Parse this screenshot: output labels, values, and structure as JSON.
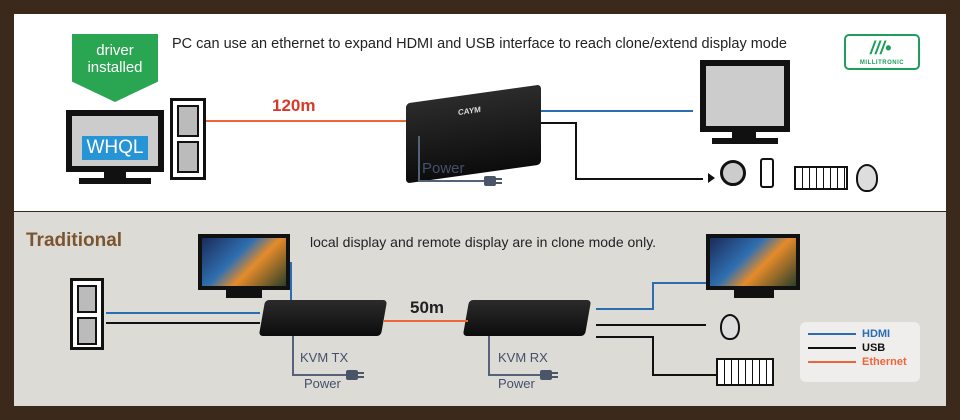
{
  "top": {
    "caption": "PC can use an ethernet to expand HDMI and USB interface to reach clone/extend display mode",
    "driver_badge": "driver installed",
    "whql_label": "WHQL",
    "distance": "120m",
    "power_label": "Power",
    "device_brand": "CAYM",
    "logo_text": "MILLITRONIC"
  },
  "bottom": {
    "heading": "Traditional",
    "caption": "local display and remote display are in clone mode only.",
    "distance": "50m",
    "tx_label": "KVM TX",
    "rx_label": "KVM RX",
    "tx_power_label": "Power",
    "rx_power_label": "Power"
  },
  "legend": {
    "items": [
      {
        "label": "HDMI",
        "color": "#2a6db5"
      },
      {
        "label": "USB",
        "color": "#111111"
      },
      {
        "label": "Ethernet",
        "color": "#f0643a"
      }
    ]
  },
  "colors": {
    "hdmi": "#2a6db5",
    "usb": "#111111",
    "ethernet": "#f0643a",
    "brand_green": "#1e9e5a",
    "frame": "#3b2a1c"
  }
}
